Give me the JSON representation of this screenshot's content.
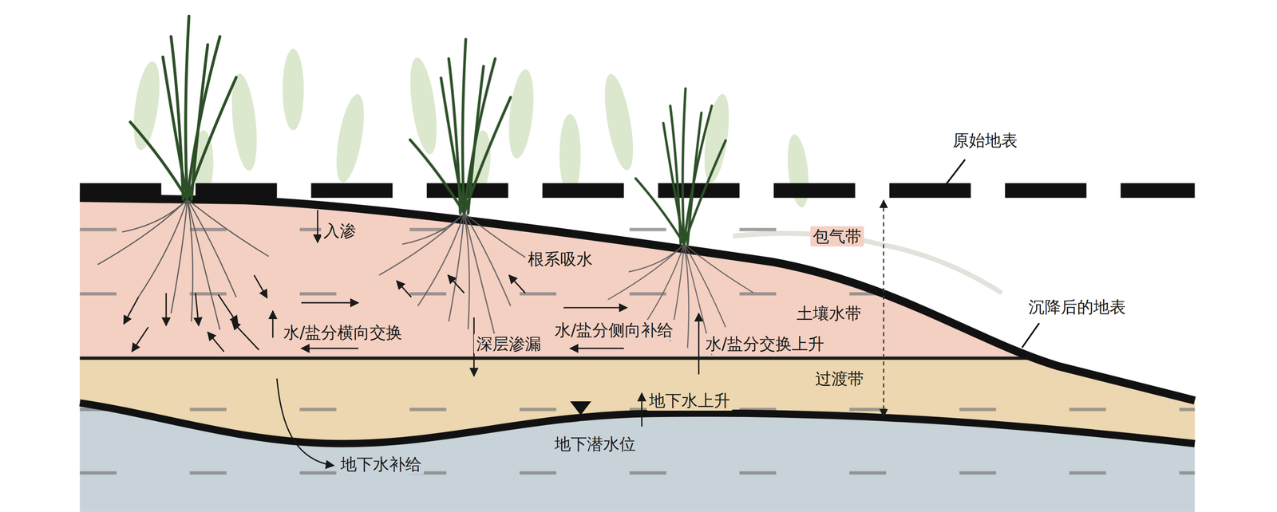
{
  "diagram": {
    "labels": [
      "原始地表",
      "入渗",
      "包气带",
      "根系吸水",
      "土壤水带",
      "沉降后的地表",
      "水/盐分横向交换",
      "深层渗漏",
      "水/盐分侧向补给",
      "水/盐分交换上升",
      "过渡带",
      "地下水上升",
      "地下潜水位",
      "地下水补给"
    ]
  }
}
